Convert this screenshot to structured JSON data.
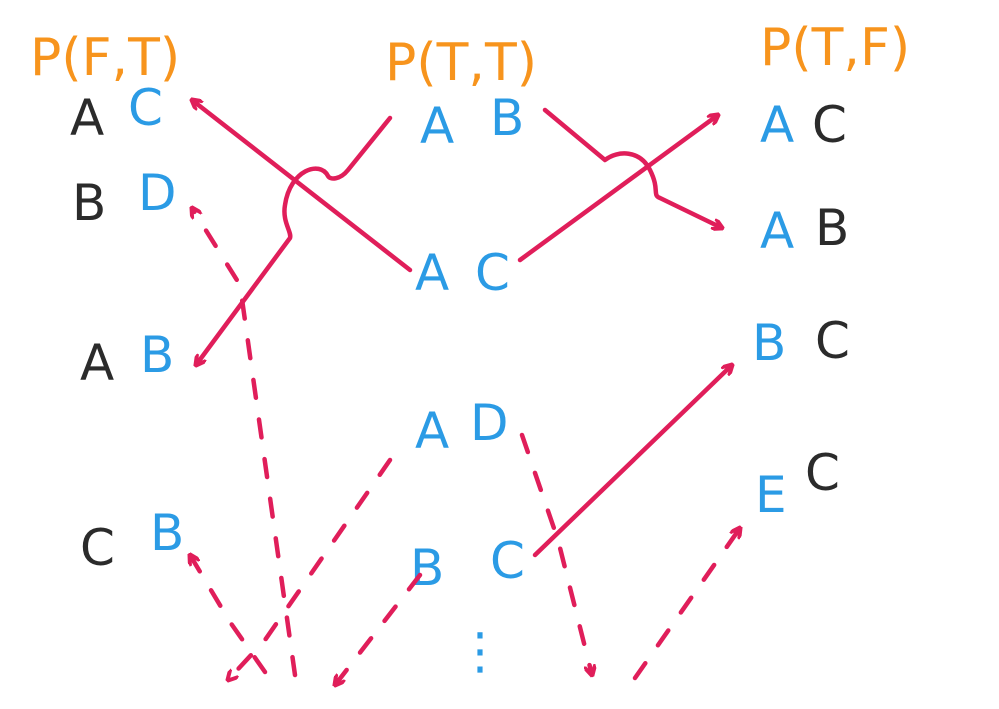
{
  "headers": {
    "left": "P(F,T)",
    "middle": "P(T,T)",
    "right": "P(T,F)"
  },
  "left_column": [
    {
      "a": "A",
      "b": "C"
    },
    {
      "a": "B",
      "b": "D"
    },
    {
      "a": "A",
      "b": "B"
    },
    {
      "a": "C",
      "b": "B"
    }
  ],
  "middle_column": [
    {
      "a": "A",
      "b": "B"
    },
    {
      "a": "A",
      "b": "C"
    },
    {
      "a": "A",
      "b": "D"
    },
    {
      "a": "B",
      "b": "C"
    }
  ],
  "middle_continuation": "⋮",
  "right_column": [
    {
      "a": "A",
      "b": "C"
    },
    {
      "a": "A",
      "b": "B"
    },
    {
      "a": "B",
      "b": "C"
    },
    {
      "a": "E",
      "b": "C"
    }
  ],
  "colors": {
    "header": "#f7941d",
    "dark_letter": "#2b2b2b",
    "blue_letter": "#2b9be5",
    "arrow": "#e01e5a"
  }
}
